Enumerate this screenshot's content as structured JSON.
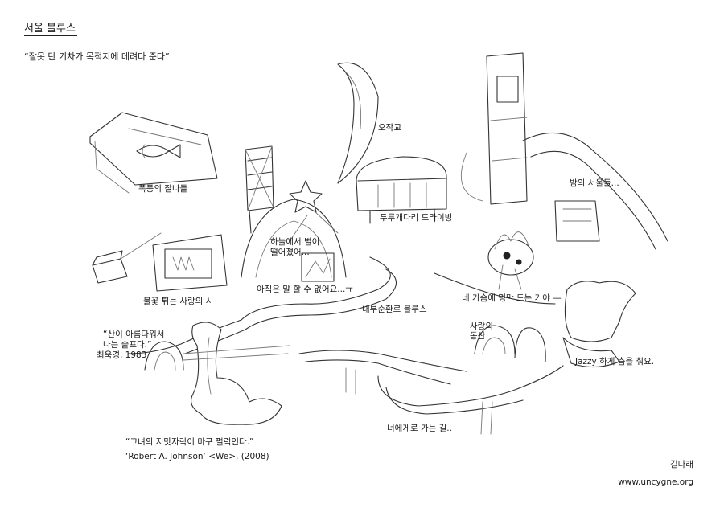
{
  "title": "서울 블루스",
  "subtitle": "“잘못 탄 기차가 목적지에 데려다 준다”",
  "labels": {
    "rapids": "폭풍의 잘나들",
    "fire_poem": "불꽃 튀는 사랑의 시",
    "mountain_quote_1": "“산이 아름다워서",
    "mountain_quote_2": "나는 슬프다.”",
    "mountain_quote_3": "최욱경, 1983",
    "star_fall_1": "하늘에서 별이",
    "star_fall_2": "떨어졌어...",
    "cant_say": "아직은 말 할 수 없어요...ㅠ",
    "bridge": "오작교",
    "drive": "두루개다리 드라이빙",
    "night_seoul": "밤의 서울들...",
    "inner_blues": "내부순환로 블루스",
    "heart": "네 가슴에 멍만 드는 거야 —",
    "love_cave_1": "사랑의",
    "love_cave_2": "동산",
    "jazzy": "Jazzy 하게 춤을 춰요.",
    "road_to_you": "너에게로 가는 길..",
    "johnson_quote": "“그녀의 지맛자락이 마구 펄럭인다.”",
    "johnson_source": "‘Robert A. Johnson’ <We>, (2008)"
  },
  "author": "길다래",
  "website": "www.uncygne.org"
}
